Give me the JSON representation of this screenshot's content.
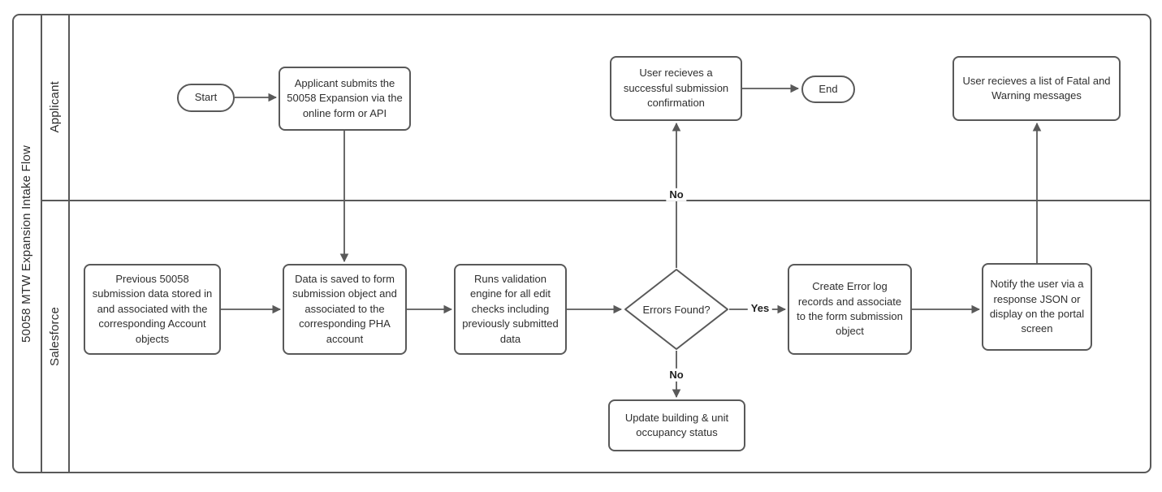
{
  "diagram": {
    "title": "50058 MTW Expansion Intake Flow",
    "lanes": [
      {
        "label": "Applicant"
      },
      {
        "label": "Salesforce"
      }
    ],
    "nodes": {
      "start": {
        "type": "terminator",
        "lane": "Applicant",
        "label": "Start"
      },
      "applicant_submits": {
        "type": "process",
        "lane": "Applicant",
        "label": "Applicant submits the 50058 Expansion via the online form or API"
      },
      "success_confirmation": {
        "type": "process",
        "lane": "Applicant",
        "label": "User recieves a successful submission confirmation"
      },
      "end": {
        "type": "terminator",
        "lane": "Applicant",
        "label": "End"
      },
      "fatal_warning": {
        "type": "process",
        "lane": "Applicant",
        "label": "User recieves a list of Fatal and Warning messages"
      },
      "previous_data": {
        "type": "process",
        "lane": "Salesforce",
        "label": "Previous 50058 submission data stored in and associated with the corresponding Account objects"
      },
      "data_saved": {
        "type": "process",
        "lane": "Salesforce",
        "label": "Data is saved to form submission object and associated to the corresponding PHA account"
      },
      "validation": {
        "type": "process",
        "lane": "Salesforce",
        "label": "Runs validation engine for all edit checks including previously submitted data"
      },
      "errors_found": {
        "type": "decision",
        "lane": "Salesforce",
        "label": "Errors Found?"
      },
      "create_error": {
        "type": "process",
        "lane": "Salesforce",
        "label": "Create Error log records and associate to the form submission object"
      },
      "notify": {
        "type": "process",
        "lane": "Salesforce",
        "label": "Notify the user via a response JSON or display on the portal screen"
      },
      "update_occupancy": {
        "type": "process",
        "lane": "Salesforce",
        "label": "Update building & unit occupancy status"
      }
    },
    "edges": [
      {
        "from": "start",
        "to": "applicant_submits",
        "label": ""
      },
      {
        "from": "applicant_submits",
        "to": "data_saved",
        "label": ""
      },
      {
        "from": "previous_data",
        "to": "data_saved",
        "label": ""
      },
      {
        "from": "data_saved",
        "to": "validation",
        "label": ""
      },
      {
        "from": "validation",
        "to": "errors_found",
        "label": ""
      },
      {
        "from": "errors_found",
        "to": "create_error",
        "label": "Yes"
      },
      {
        "from": "errors_found",
        "to": "success_confirmation",
        "label": "No"
      },
      {
        "from": "errors_found",
        "to": "update_occupancy",
        "label": "No"
      },
      {
        "from": "create_error",
        "to": "notify",
        "label": ""
      },
      {
        "from": "notify",
        "to": "fatal_warning",
        "label": ""
      },
      {
        "from": "success_confirmation",
        "to": "end",
        "label": ""
      }
    ],
    "edge_labels": {
      "yes": "Yes",
      "no_up": "No",
      "no_down": "No"
    },
    "colors": {
      "stroke": "#595959",
      "text": "#2e2e2e",
      "fill": "#ffffff"
    }
  }
}
